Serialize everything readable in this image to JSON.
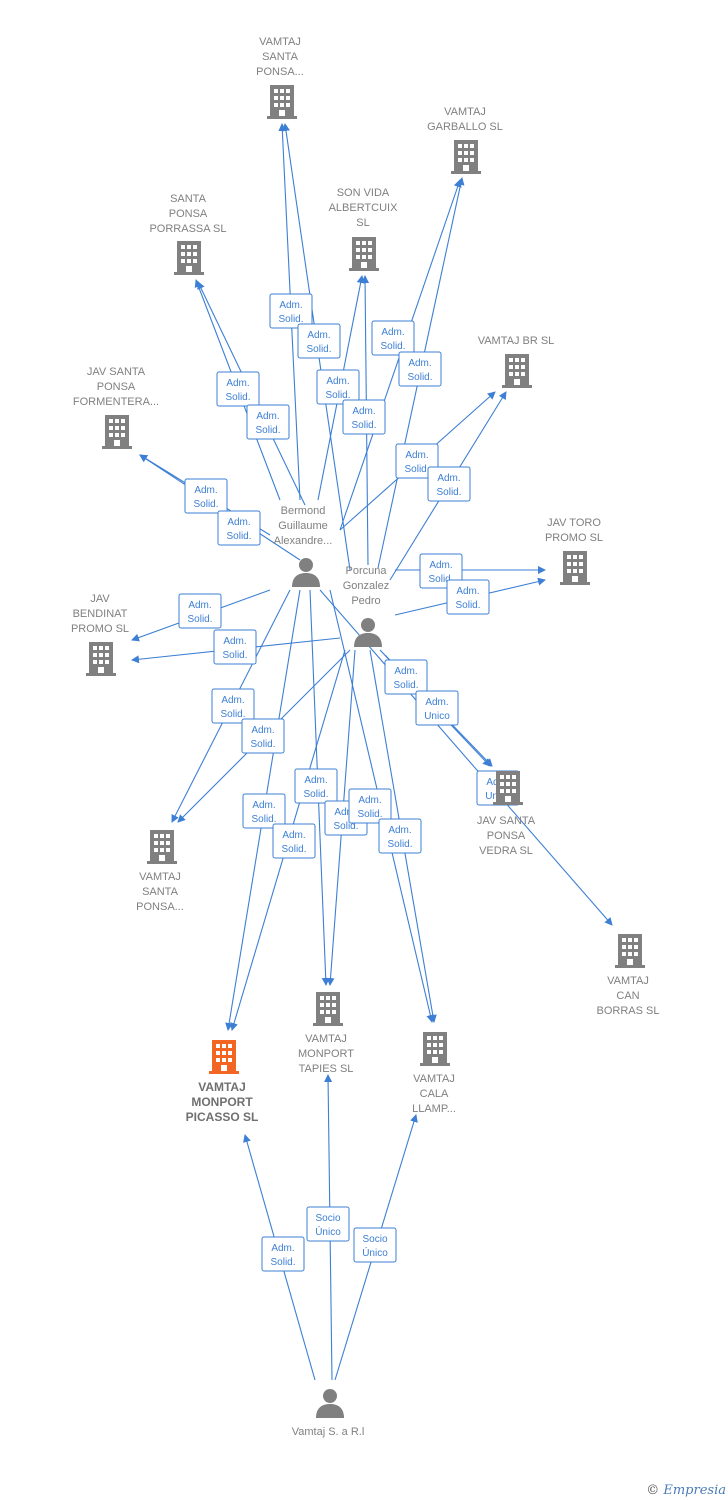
{
  "colors": {
    "edge": "#3d7fd4",
    "company": "#808080",
    "focus_company": "#f26522",
    "person": "#808080"
  },
  "nodes": [
    {
      "id": "vamtaj_santa_ponsa_top",
      "type": "company",
      "label": [
        "VAMTAJ",
        "SANTA",
        "PONSA..."
      ]
    },
    {
      "id": "vamtaj_garballo",
      "type": "company",
      "label": [
        "VAMTAJ",
        "GARBALLO  SL"
      ]
    },
    {
      "id": "santa_ponsa_porrassa",
      "type": "company",
      "label": [
        "SANTA",
        "PONSA",
        "PORRASSA  SL"
      ]
    },
    {
      "id": "son_vida_albertcuix",
      "type": "company",
      "label": [
        "SON VIDA",
        "ALBERTCUIX",
        "SL"
      ]
    },
    {
      "id": "vamtaj_br",
      "type": "company",
      "label": [
        "VAMTAJ BR  SL"
      ]
    },
    {
      "id": "jav_santa_ponsa_formentera",
      "type": "company",
      "label": [
        "JAV SANTA",
        "PONSA",
        "FORMENTERA..."
      ]
    },
    {
      "id": "jav_toro_promo",
      "type": "company",
      "label": [
        "JAV TORO",
        "PROMO  SL"
      ]
    },
    {
      "id": "jav_bendinat_promo",
      "type": "company",
      "label": [
        "JAV",
        "BENDINAT",
        "PROMO  SL"
      ]
    },
    {
      "id": "jav_santa_ponsa_vedra",
      "type": "company",
      "label": [
        "JAV SANTA",
        "PONSA",
        "VEDRA  SL"
      ]
    },
    {
      "id": "vamtaj_santa_ponsa_mid",
      "type": "company",
      "label": [
        "VAMTAJ",
        "SANTA",
        "PONSA..."
      ]
    },
    {
      "id": "vamtaj_can_borras",
      "type": "company",
      "label": [
        "VAMTAJ",
        "CAN",
        "BORRAS  SL"
      ]
    },
    {
      "id": "vamtaj_monport_tapies",
      "type": "company",
      "label": [
        "VAMTAJ",
        "MONPORT",
        "TAPIES  SL"
      ]
    },
    {
      "id": "vamtaj_cala_llamp",
      "type": "company",
      "label": [
        "VAMTAJ",
        "CALA",
        "LLAMP..."
      ]
    },
    {
      "id": "vamtaj_monport_picasso",
      "type": "focus",
      "label": [
        "VAMTAJ",
        "MONPORT",
        "PICASSO  SL"
      ]
    },
    {
      "id": "bermond",
      "type": "person",
      "label": [
        "Bermond",
        "Guillaume",
        "Alexandre..."
      ]
    },
    {
      "id": "porcuna",
      "type": "person",
      "label": [
        "Porcuna",
        "Gonzalez",
        "Pedro"
      ]
    },
    {
      "id": "vamtaj_sarl",
      "type": "person",
      "label": [
        "Vamtaj S. a R.l"
      ]
    }
  ],
  "edge_labels": [
    [
      "Adm.",
      "Solid."
    ],
    [
      "Adm.",
      "Solid."
    ],
    [
      "Adm.",
      "Solid."
    ],
    [
      "Adm.",
      "Solid."
    ],
    [
      "Adm.",
      "Solid."
    ],
    [
      "Adm.",
      "Solid."
    ],
    [
      "Adm.",
      "Solid."
    ],
    [
      "Adm.",
      "Solid."
    ],
    [
      "Adm.",
      "Solid."
    ],
    [
      "Adm.",
      "Solid."
    ],
    [
      "Adm.",
      "Solid."
    ],
    [
      "Adm.",
      "Solid."
    ],
    [
      "Adm.",
      "Solid."
    ],
    [
      "Adm.",
      "Solid."
    ],
    [
      "Adm.",
      "Solid."
    ],
    [
      "Adm.",
      "Solid."
    ],
    [
      "Adm.",
      "Solid."
    ],
    [
      "Adm.",
      "Solid."
    ],
    [
      "Adm.",
      "Solid."
    ],
    [
      "Adm.",
      "Unico"
    ],
    [
      "Adm.",
      "Unico"
    ],
    [
      "Adm.",
      "Solid."
    ],
    [
      "Adm.",
      "Solid."
    ],
    [
      "Adm.",
      "Solid."
    ],
    [
      "Adm.",
      "Solid."
    ],
    [
      "Adm.",
      "Solid."
    ],
    [
      "Adm.",
      "Solid."
    ],
    [
      "Adm.",
      "Solid."
    ],
    [
      "Socio",
      "Único"
    ],
    [
      "Socio",
      "Único"
    ],
    [
      "Socio",
      "Único"
    ]
  ],
  "footer": {
    "copyright": "©",
    "brand": "Empresia"
  }
}
